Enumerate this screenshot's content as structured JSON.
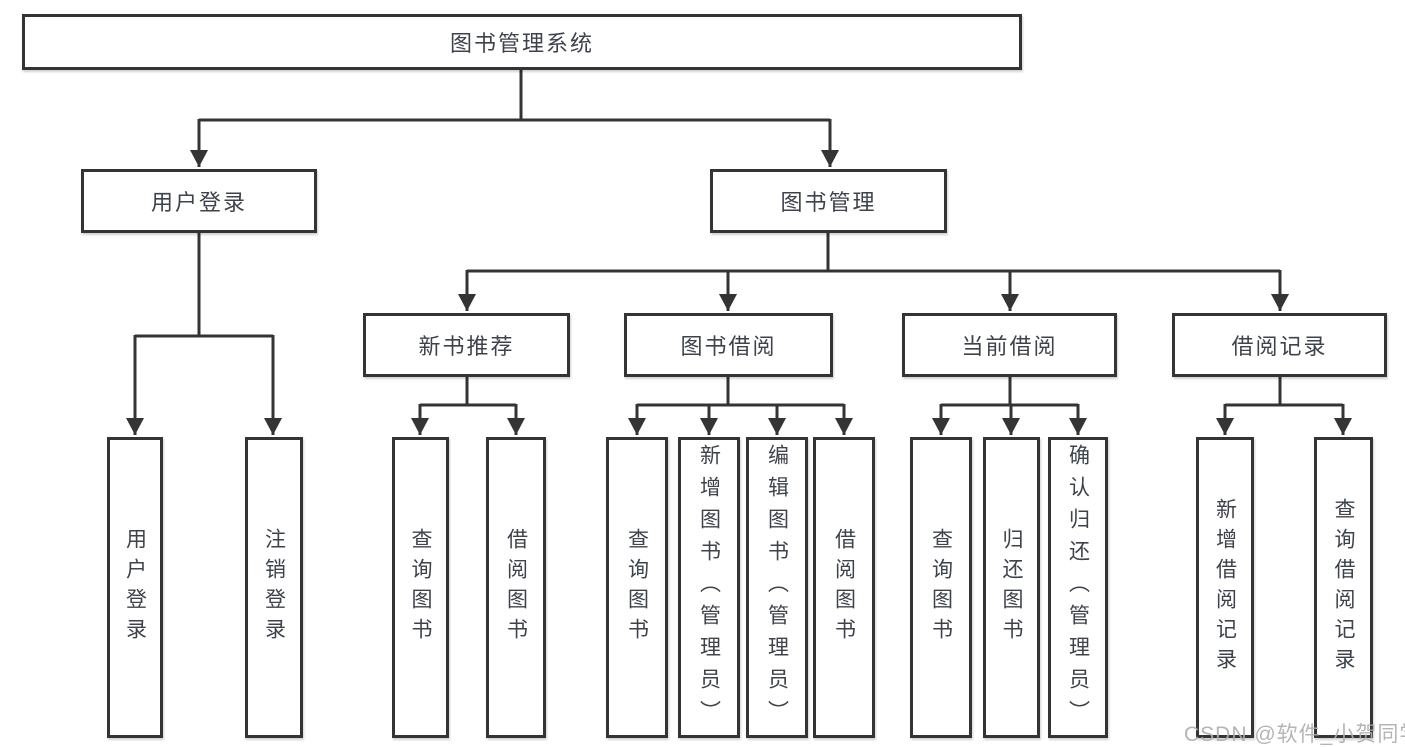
{
  "diagram": {
    "title": "图书管理系统",
    "level2": {
      "user_login": {
        "label": "用户登录"
      },
      "book_mgmt": {
        "label": "图书管理"
      }
    },
    "level3": {
      "new_books": {
        "label": "新书推荐"
      },
      "book_borrow": {
        "label": "图书借阅"
      },
      "current_borrow": {
        "label": "当前借阅"
      },
      "borrow_records": {
        "label": "借阅记录"
      }
    },
    "leaves": {
      "login": {
        "label": "用户登录",
        "parent": "用户登录"
      },
      "logout": {
        "label": "注销登录",
        "parent": "用户登录"
      },
      "nb_query": {
        "label": "查询图书",
        "parent": "新书推荐"
      },
      "nb_borrow": {
        "label": "借阅图书",
        "parent": "新书推荐"
      },
      "bb_query": {
        "label": "查询图书",
        "parent": "图书借阅"
      },
      "bb_add": {
        "label": "新增图书（管理员）",
        "parent": "图书借阅"
      },
      "bb_edit": {
        "label": "编辑图书（管理员）",
        "parent": "图书借阅"
      },
      "bb_borrow": {
        "label": "借阅图书",
        "parent": "图书借阅"
      },
      "cb_query": {
        "label": "查询图书",
        "parent": "当前借阅"
      },
      "cb_return": {
        "label": "归还图书",
        "parent": "当前借阅"
      },
      "cb_confirm": {
        "label": "确认归还（管理员）",
        "parent": "当前借阅"
      },
      "br_add": {
        "label": "新增借阅记录",
        "parent": "借阅记录"
      },
      "br_query": {
        "label": "查询借阅记录",
        "parent": "借阅记录"
      }
    }
  },
  "watermark": "CSDN @软件_小贺同学",
  "colors": {
    "line": "#343434",
    "text": "#3e434b",
    "background": "#ffffff",
    "watermark": "#adadad"
  }
}
